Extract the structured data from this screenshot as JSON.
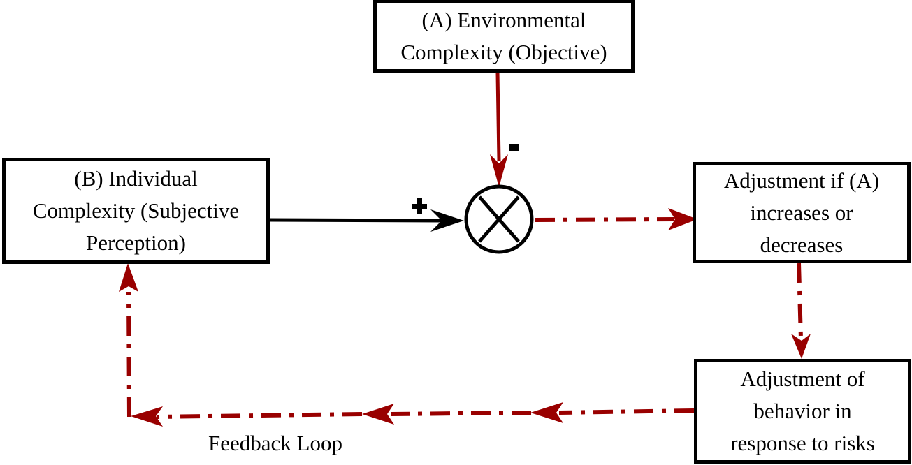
{
  "diagram": {
    "nodes": {
      "environmental": {
        "lines": [
          "(A) Environmental",
          "Complexity (Objective)"
        ]
      },
      "individual": {
        "lines": [
          "(B) Individual",
          "Complexity (Subjective",
          "Perception)"
        ]
      },
      "adjustment_if": {
        "lines": [
          "Adjustment if (A)",
          "increases or",
          "decreases"
        ]
      },
      "adjustment_behavior": {
        "lines": [
          "Adjustment of",
          "behavior in",
          "response to risks"
        ]
      }
    },
    "junction": {
      "symbol": "multiplication-junction"
    },
    "signs": {
      "minus": "-",
      "plus": "+"
    },
    "feedback_label": "Feedback Loop",
    "colors": {
      "solid_line": "#000000",
      "dashed_line": "#990000",
      "environment_arrow": "#990000"
    },
    "edges": [
      {
        "from": "environmental",
        "to": "junction",
        "style": "solid",
        "color": "red",
        "sign": "-"
      },
      {
        "from": "individual",
        "to": "junction",
        "style": "solid",
        "color": "black",
        "sign": "+"
      },
      {
        "from": "junction",
        "to": "adjustment_if",
        "style": "dash-dot",
        "color": "red"
      },
      {
        "from": "adjustment_if",
        "to": "adjustment_behavior",
        "style": "dash-dot",
        "color": "red"
      },
      {
        "from": "adjustment_behavior",
        "to": "individual",
        "style": "dash-dot",
        "color": "red",
        "label": "Feedback Loop"
      }
    ]
  }
}
